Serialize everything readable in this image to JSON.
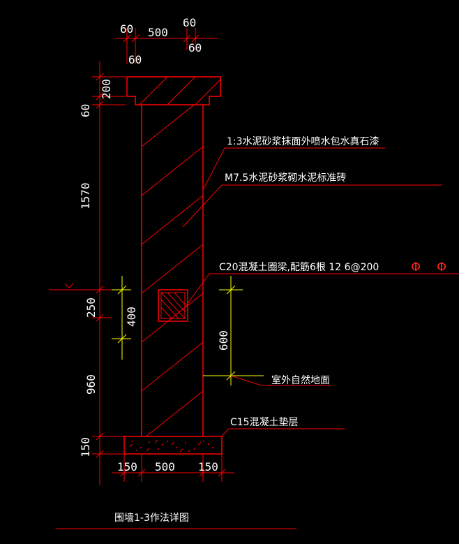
{
  "colors": {
    "background": "#000000",
    "line": "#ff0000",
    "text": "#ffffff",
    "aux": "#ffff00"
  },
  "top_dims": {
    "a": "60",
    "b": "500",
    "c": "60",
    "d": "60",
    "e": "60"
  },
  "left_dims": {
    "d200": "200",
    "d60": "60",
    "d1570": "1570",
    "d250": "250",
    "d960": "960",
    "d150": "150"
  },
  "inner_dims": {
    "d400": "400",
    "d600": "600"
  },
  "bottom_dims": {
    "a": "150",
    "b": "500",
    "c": "150"
  },
  "notes": {
    "finish": "1:3水泥砂浆抹面外喷水包水真石漆",
    "masonry": "M7.5水泥砂浆砌水泥标准砖",
    "ring_beam": "C20混凝土圈梁,配筋6根 12 6@200",
    "rebar_symbols": [
      "Φ",
      "Φ"
    ],
    "ground": "室外自然地面",
    "cushion": "C15混凝土垫层"
  },
  "title": "围墙1-3作法详图"
}
